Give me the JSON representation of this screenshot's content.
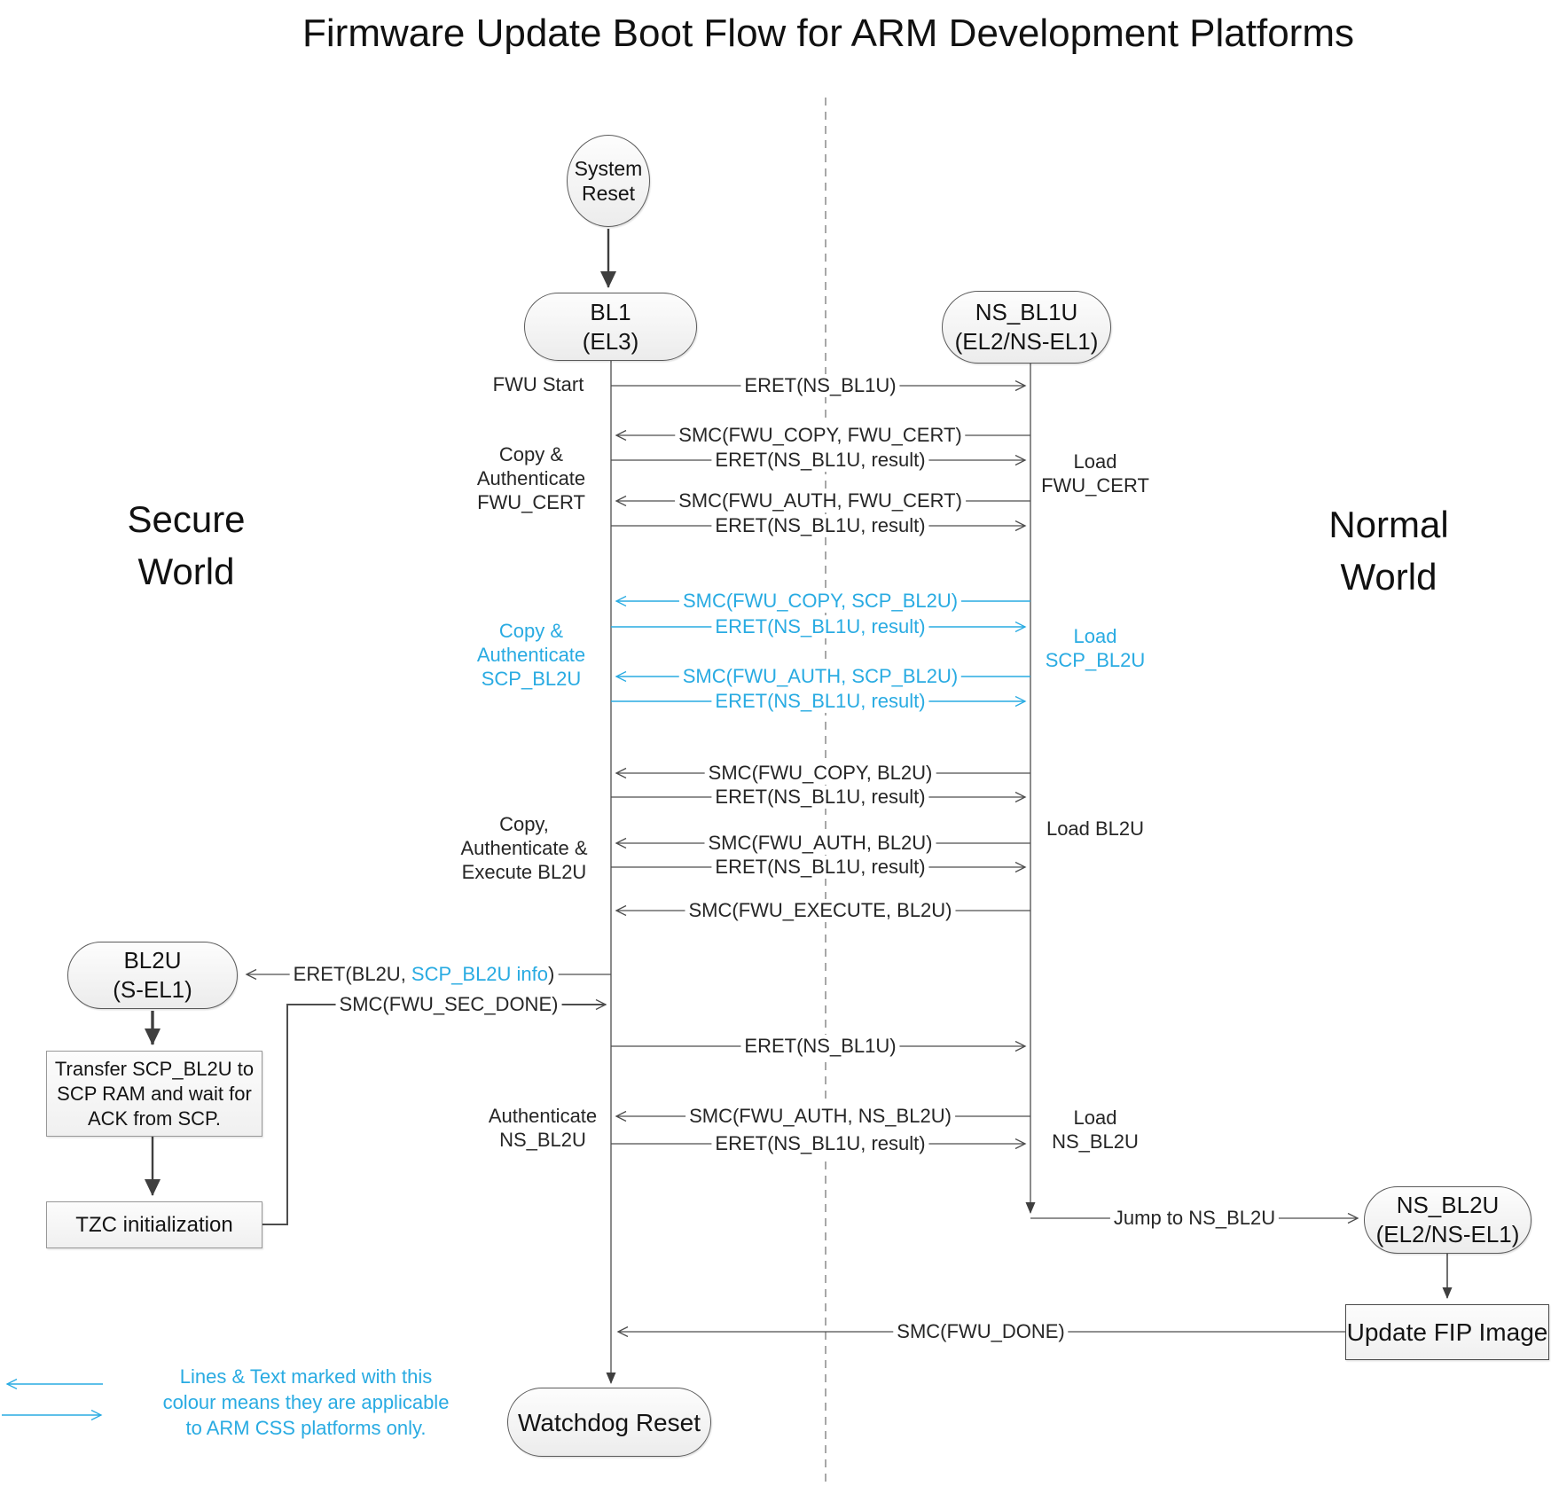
{
  "title": "Firmware Update Boot Flow for ARM Development Platforms",
  "colors": {
    "accent_cyan": "#29ABE2",
    "line_gray": "#4d4d4d"
  },
  "worlds": {
    "secure": {
      "line1": "Secure",
      "line2": "World"
    },
    "normal": {
      "line1": "Normal",
      "line2": "World"
    }
  },
  "nodes": {
    "system_reset": {
      "line1": "System",
      "line2": "Reset"
    },
    "bl1": {
      "label": "BL1",
      "sub": "(EL3)"
    },
    "ns_bl1u": {
      "label": "NS_BL1U",
      "sub": "(EL2/NS-EL1)"
    },
    "bl2u": {
      "label": "BL2U",
      "sub": "(S-EL1)"
    },
    "transfer_scp": {
      "line1": "Transfer SCP_BL2U to",
      "line2": "SCP RAM and wait for",
      "line3": "ACK from SCP."
    },
    "tzc": {
      "label": "TZC initialization"
    },
    "ns_bl2u": {
      "label": "NS_BL2U",
      "sub": "(EL2/NS-EL1)"
    },
    "update_fip": {
      "label": "Update FIP Image"
    },
    "watchdog": {
      "label": "Watchdog Reset"
    }
  },
  "stages_left": {
    "fwu_start": "FWU Start",
    "copy_auth_fwu_cert": {
      "l1": "Copy &",
      "l2": "Authenticate",
      "l3": "FWU_CERT"
    },
    "copy_auth_scp_bl2u": {
      "l1": "Copy &",
      "l2": "Authenticate",
      "l3": "SCP_BL2U"
    },
    "copy_auth_exec_bl2u": {
      "l1": "Copy,",
      "l2": "Authenticate &",
      "l3": "Execute BL2U"
    },
    "auth_ns_bl2u": {
      "l1": "Authenticate",
      "l2": "NS_BL2U"
    }
  },
  "labels_right": {
    "load_fwu_cert": {
      "l1": "Load",
      "l2": "FWU_CERT"
    },
    "load_scp_bl2u": {
      "l1": "Load",
      "l2": "SCP_BL2U"
    },
    "load_bl2u": "Load BL2U",
    "load_ns_bl2u": {
      "l1": "Load",
      "l2": "NS_BL2U"
    },
    "jump_to_ns_bl2u": "Jump to NS_BL2U"
  },
  "messages": {
    "eret_ns_bl1u": "ERET(NS_BL1U)",
    "eret_ns_bl1u_result": "ERET(NS_BL1U, result)",
    "smc_fwu_copy_fwu_cert": "SMC(FWU_COPY, FWU_CERT)",
    "smc_fwu_auth_fwu_cert": "SMC(FWU_AUTH, FWU_CERT)",
    "smc_fwu_copy_scp_bl2u": "SMC(FWU_COPY, SCP_BL2U)",
    "smc_fwu_auth_scp_bl2u": "SMC(FWU_AUTH, SCP_BL2U)",
    "smc_fwu_copy_bl2u": "SMC(FWU_COPY, BL2U)",
    "smc_fwu_auth_bl2u": "SMC(FWU_AUTH, BL2U)",
    "smc_fwu_execute_bl2u": "SMC(FWU_EXECUTE, BL2U)",
    "eret_bl2u_prefix": "ERET(BL2U, ",
    "eret_bl2u_cyan": "SCP_BL2U info",
    "eret_bl2u_suffix": ")",
    "smc_fwu_sec_done": "SMC(FWU_SEC_DONE)",
    "smc_fwu_auth_ns_bl2u": "SMC(FWU_AUTH, NS_BL2U)",
    "smc_fwu_done": "SMC(FWU_DONE)"
  },
  "legend": {
    "line1": "Lines & Text marked with this",
    "line2": "colour means they are applicable",
    "line3": "to ARM CSS platforms only."
  }
}
